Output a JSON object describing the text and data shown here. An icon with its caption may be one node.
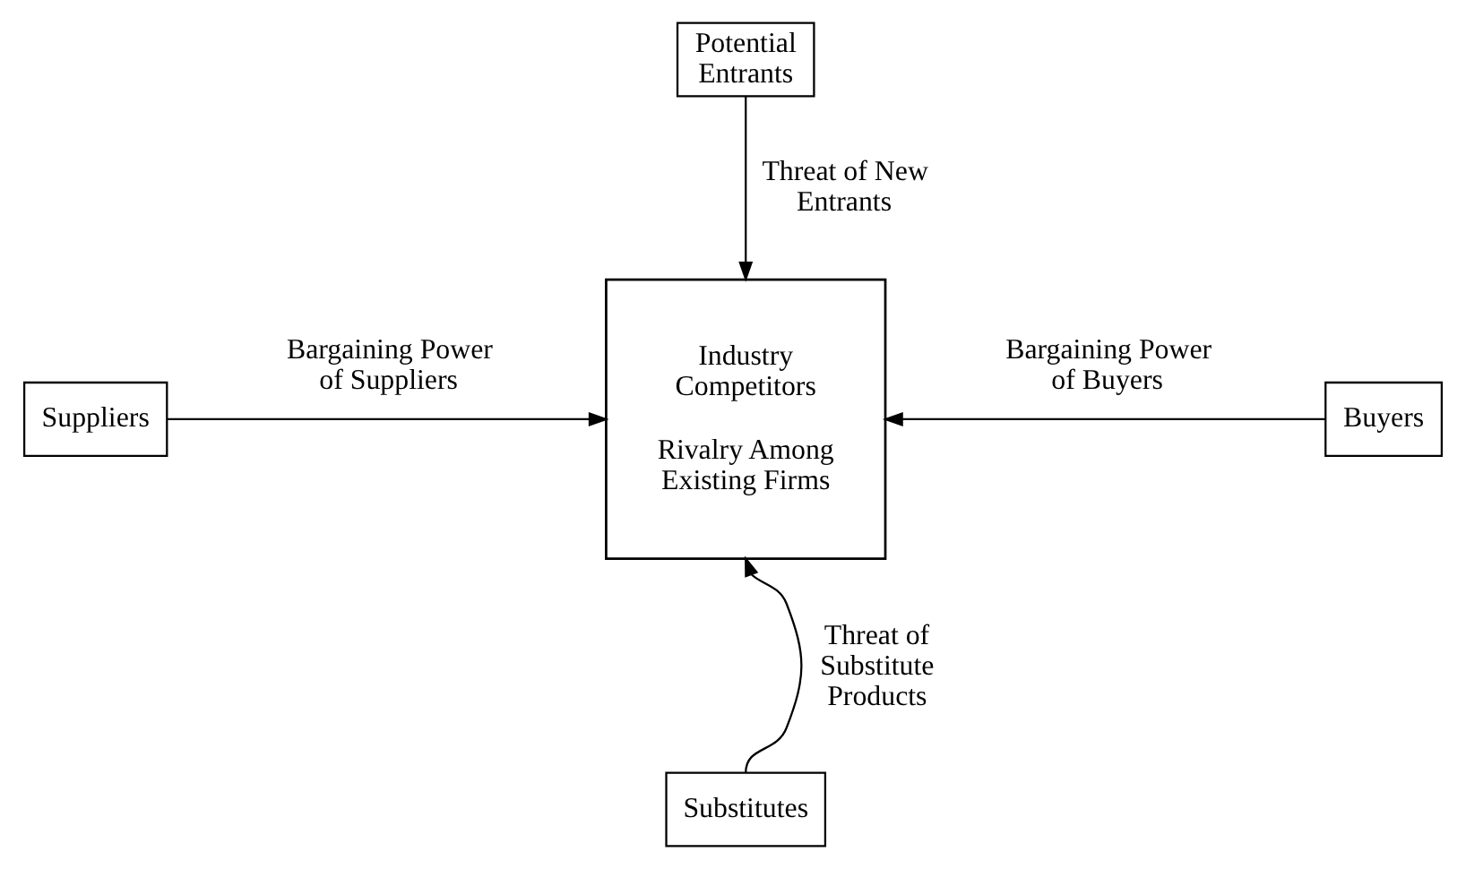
{
  "diagram": {
    "nodes": [
      {
        "text": [
          "Potential Entrants"
        ]
      },
      {
        "text": [
          "Industry Competitors",
          "Rivalry Among Existing Firms"
        ]
      },
      {
        "text": [
          "Suppliers"
        ]
      },
      {
        "text": [
          "Buyers"
        ]
      },
      {
        "text": [
          "Substitutes"
        ]
      }
    ],
    "edges": [
      {
        "from": 0,
        "to": 1,
        "arrow": "to",
        "label": "Threat of New Entrants"
      },
      {
        "from": 2,
        "to": 1,
        "arrow": "to",
        "label": "Bargaining Power of Suppliers"
      },
      {
        "from": 3,
        "to": 1,
        "arrow": "to",
        "label": "Bargaining Power of Buyers"
      },
      {
        "from": 4,
        "to": 1,
        "arrow": "to",
        "label": "Threat of Substitute Products"
      }
    ]
  }
}
